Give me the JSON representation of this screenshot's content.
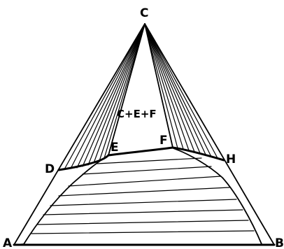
{
  "labels": {
    "A": "A",
    "B": "B",
    "C": "C",
    "D": "D",
    "E": "E",
    "F": "F",
    "H": "H",
    "three_phase": "C+E+F"
  }
}
